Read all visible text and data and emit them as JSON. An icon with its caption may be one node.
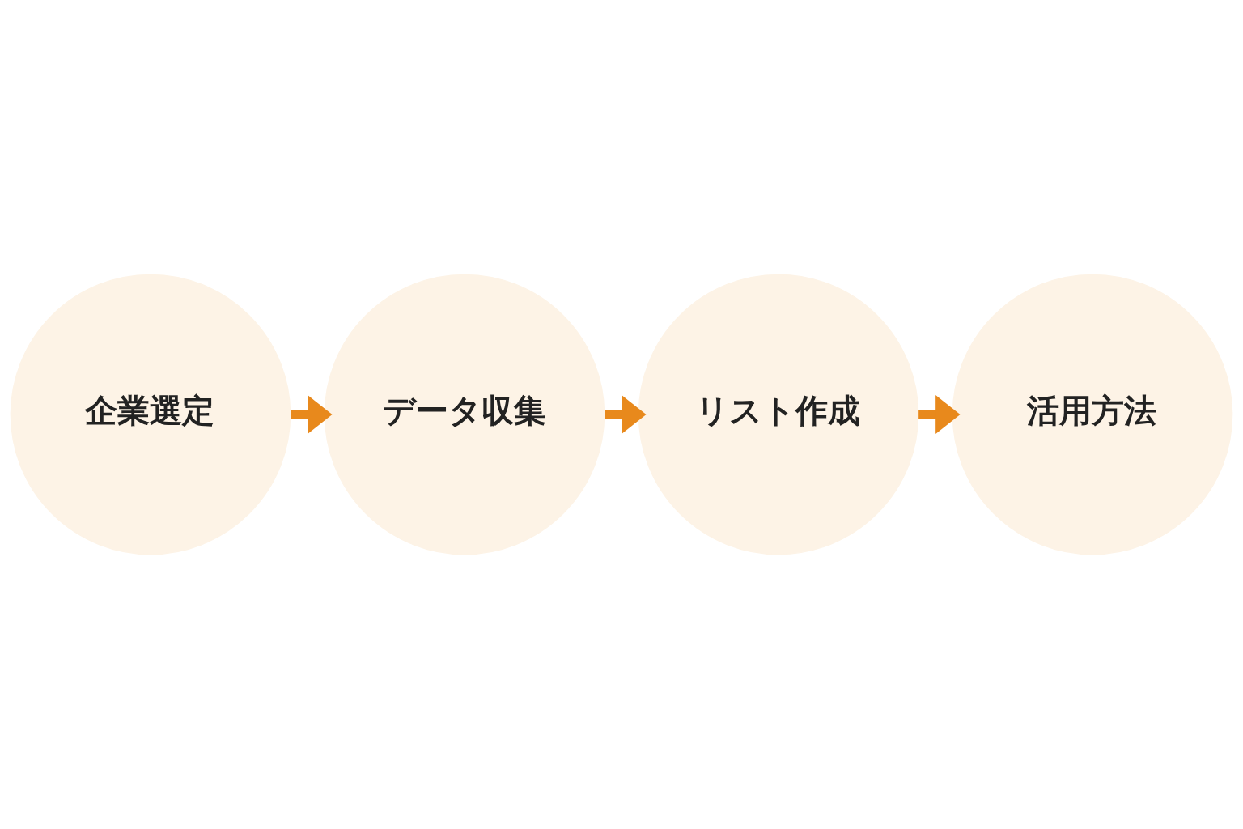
{
  "diagram": {
    "nodes": [
      {
        "text": [
          "企業選定"
        ]
      },
      {
        "text": [
          "データ収集"
        ]
      },
      {
        "text": [
          "リスト作成"
        ]
      },
      {
        "text": [
          "活用方法"
        ]
      }
    ],
    "edges": [
      {
        "from": 0,
        "to": 1,
        "arrow": "to"
      },
      {
        "from": 1,
        "to": 2,
        "arrow": "to"
      },
      {
        "from": 2,
        "to": 3,
        "arrow": "to"
      }
    ]
  }
}
